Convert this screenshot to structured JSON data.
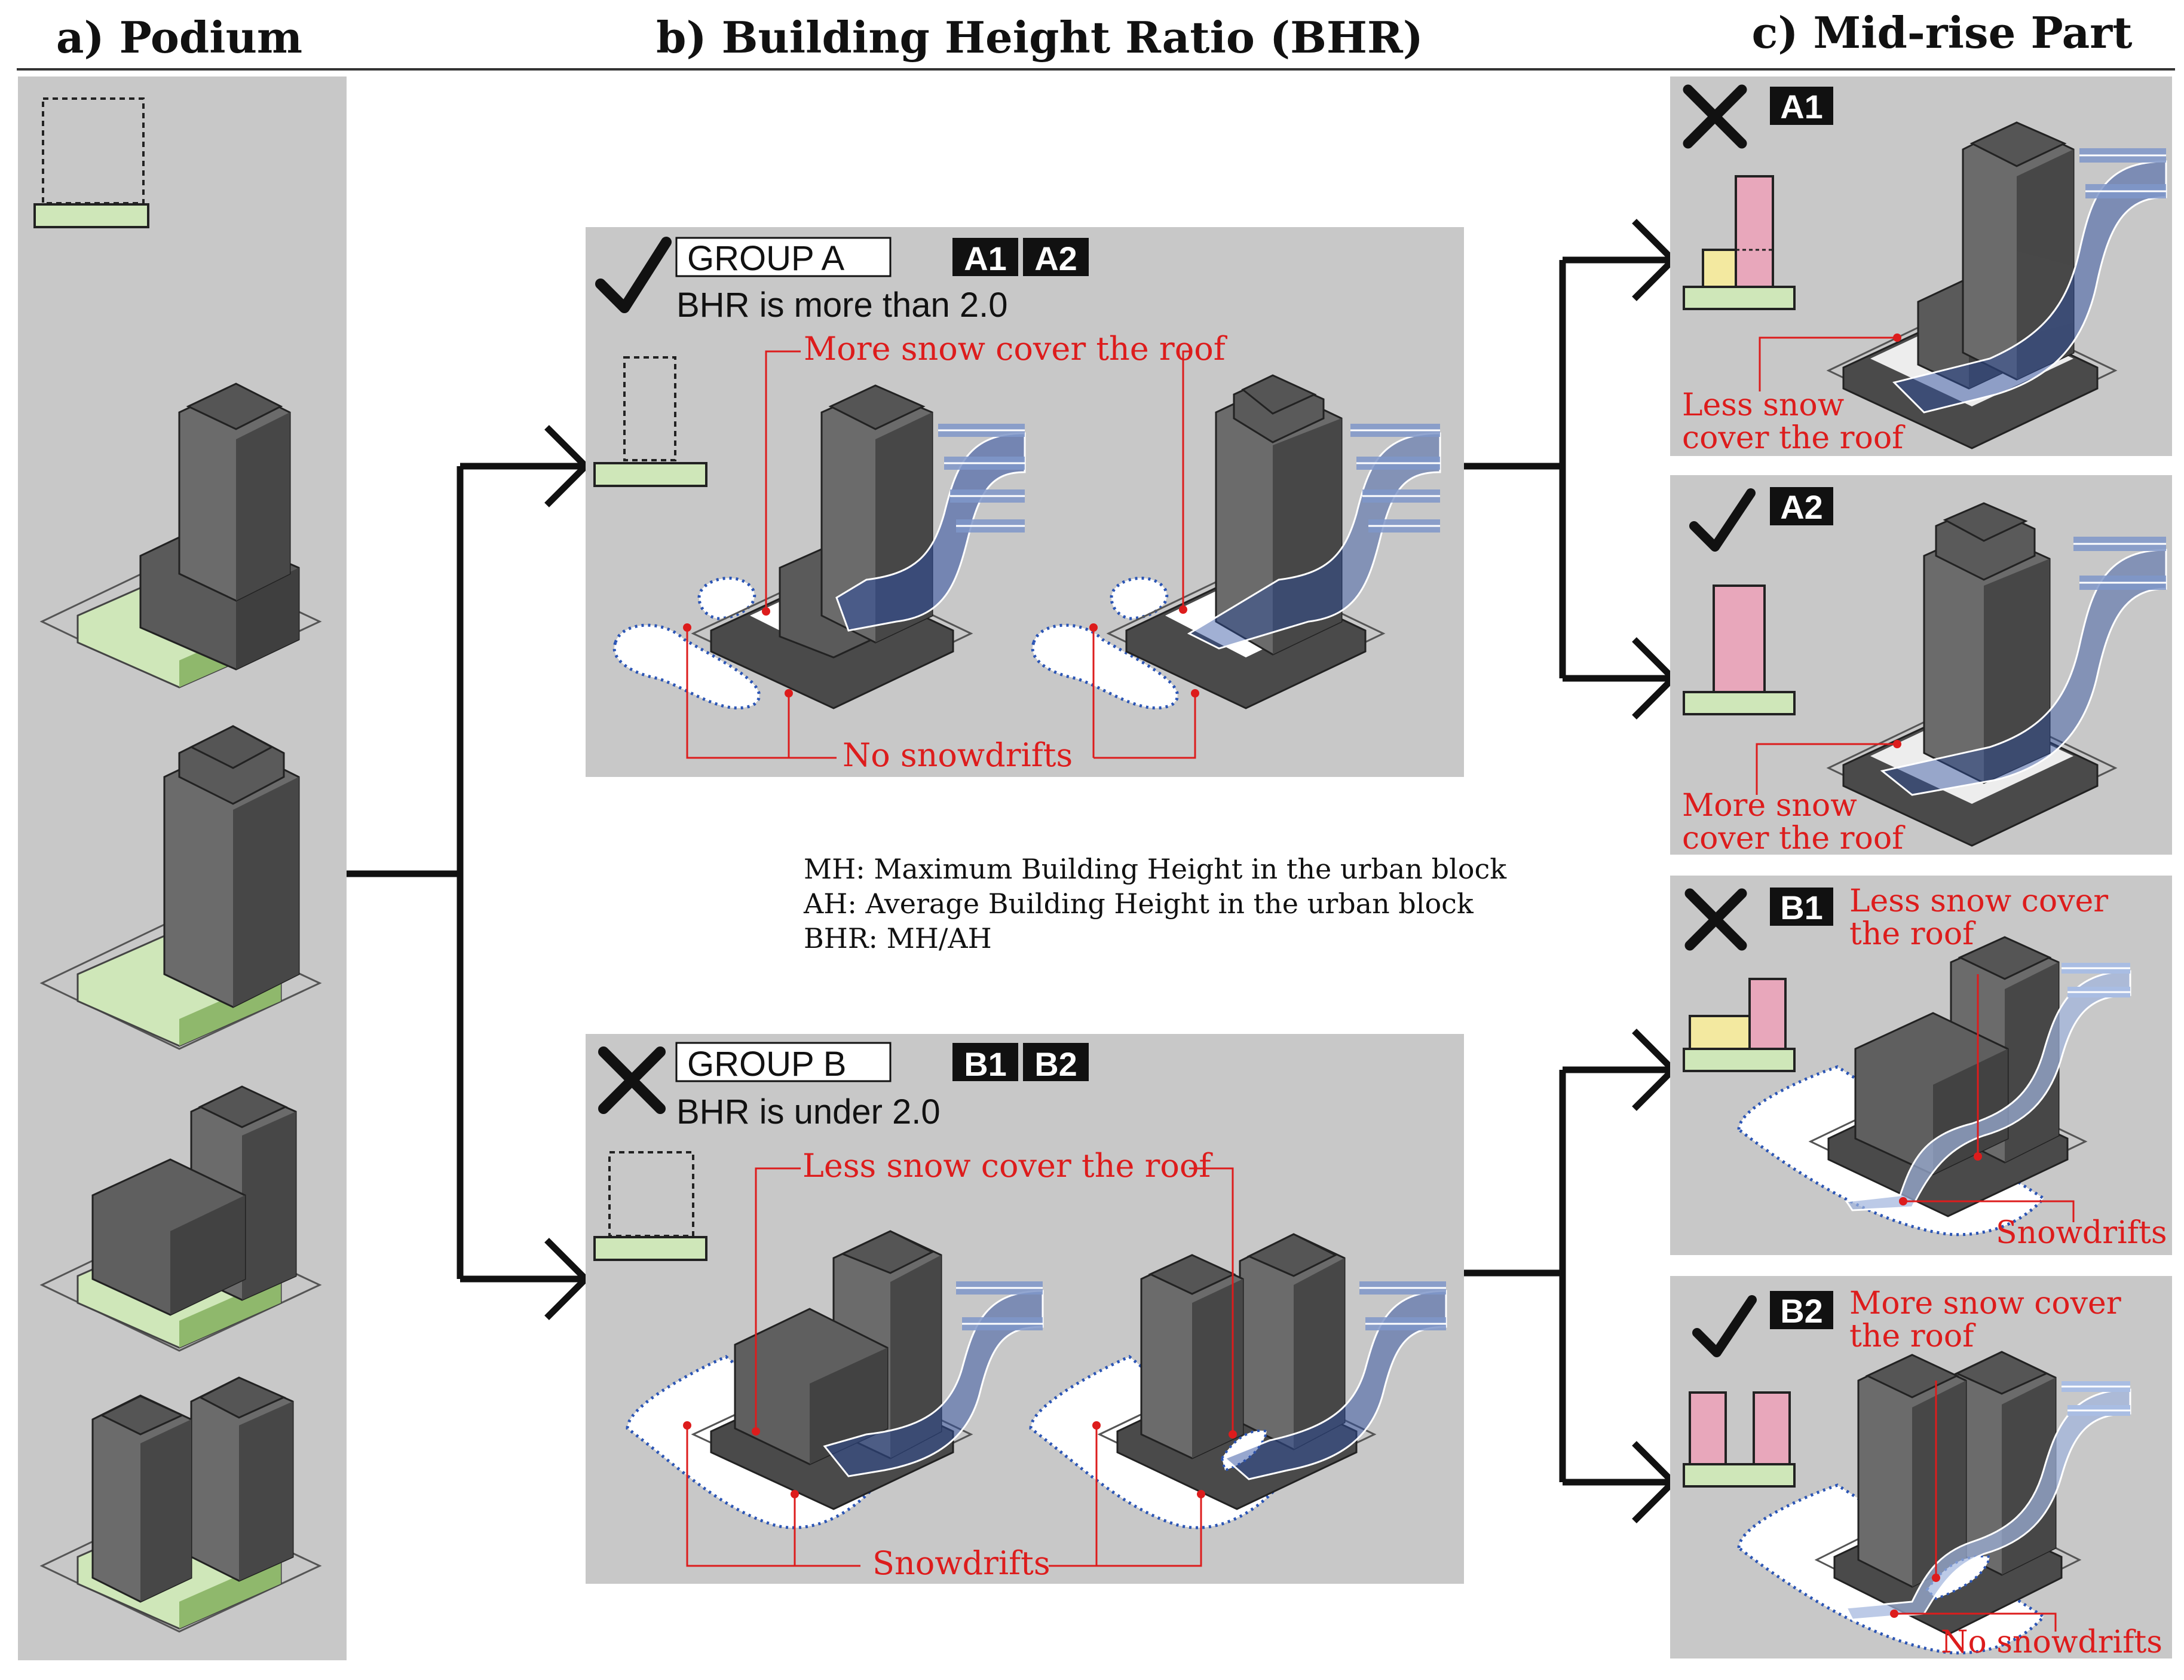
{
  "headers": {
    "a": "a) Podium",
    "b": "b) Building Height Ratio (BHR)",
    "c": "c) Mid-rise Part"
  },
  "group_a": {
    "name": "GROUP A",
    "badges": [
      "A1",
      "A2"
    ],
    "criterion": "BHR is more than 2.0",
    "ann_top": "More snow cover the roof",
    "ann_bottom": "No snowdrifts"
  },
  "group_b": {
    "name": "GROUP B",
    "badges": [
      "B1",
      "B2"
    ],
    "criterion": "BHR is under 2.0",
    "ann_top": "Less snow cover the roof",
    "ann_bottom": "Snowdrifts"
  },
  "legend": [
    "MH: Maximum Building Height in the urban block",
    "AH: Average Building Height in the urban block",
    "BHR: MH/AH"
  ],
  "cases": {
    "A1": {
      "badge": "A1",
      "mark": "cross",
      "ann_line1": "Less snow",
      "ann_line2": "cover the roof"
    },
    "A2": {
      "badge": "A2",
      "mark": "check",
      "ann_line1": "More snow",
      "ann_line2": "cover the roof"
    },
    "B1": {
      "badge": "B1",
      "mark": "cross",
      "ann_line1": "Less snow cover",
      "ann_line2": "the roof",
      "ann_bottom": "Snowdrifts"
    },
    "B2": {
      "badge": "B2",
      "mark": "check",
      "ann_line1": "More snow cover",
      "ann_line2": "the roof",
      "ann_bottom": "No snowdrifts"
    }
  },
  "colors": {
    "panel": "#c8c8c8",
    "building_dark": "#4a4a4a",
    "building_mid": "#6f6f6f",
    "podium_green": "#cfe7b9",
    "podium_outline": "#7fa85a",
    "wind_blue": "#7f97c9",
    "snow_outline": "#2b55b5",
    "annotation_red": "#dd1c1c",
    "pink": "#e8a7bb",
    "yellow": "#f3e9a0"
  }
}
